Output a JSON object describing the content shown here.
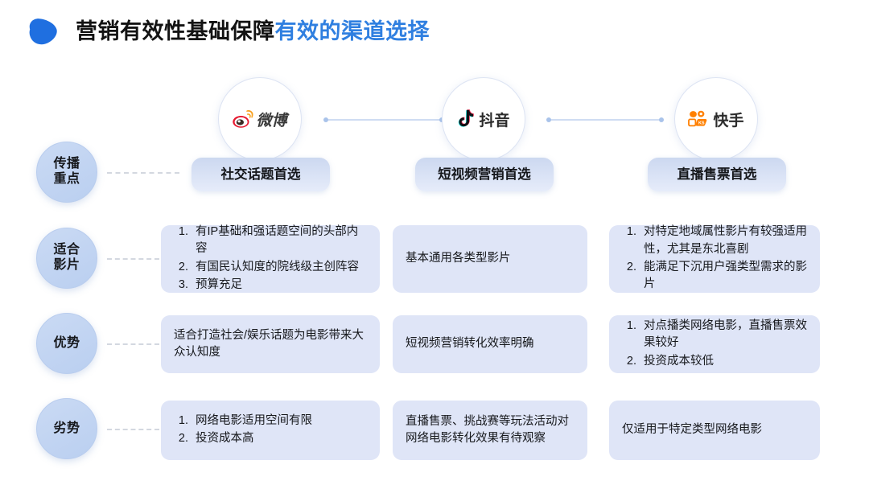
{
  "header": {
    "title_dark": "营销有效性基础保障",
    "title_blue": "有效的渠道选择",
    "bullet_color": "#1f6fe0"
  },
  "platforms": [
    {
      "id": "weibo",
      "name": "微博",
      "icon": "weibo-logo-icon",
      "brand_color": "#e6162d"
    },
    {
      "id": "douyin",
      "name": "抖音",
      "icon": "douyin-note-icon",
      "brand_color": "#161823"
    },
    {
      "id": "kuaishou",
      "name": "快手",
      "icon": "kuaishou-camera-icon",
      "brand_color": "#ff7302"
    }
  ],
  "rows": [
    {
      "id": "spread-focus",
      "label_line1": "传播",
      "label_line2": "重点",
      "cells": [
        {
          "type": "pill",
          "text": "社交话题首选"
        },
        {
          "type": "pill",
          "text": "短视频营销首选"
        },
        {
          "type": "pill",
          "text": "直播售票首选"
        }
      ]
    },
    {
      "id": "suitable-films",
      "label_line1": "适合",
      "label_line2": "影片",
      "cells": [
        {
          "type": "list",
          "items": [
            "有IP基础和强话题空间的头部内容",
            "有国民认知度的院线级主创阵容",
            "预算充足"
          ]
        },
        {
          "type": "text",
          "text": "基本通用各类型影片"
        },
        {
          "type": "list",
          "items": [
            "对特定地域属性影片有较强适用性，尤其是东北喜剧",
            "能满足下沉用户强类型需求的影片"
          ]
        }
      ]
    },
    {
      "id": "advantages",
      "label_line1": "优势",
      "label_line2": "",
      "cells": [
        {
          "type": "text",
          "text": "适合打造社会/娱乐话题为电影带来大众认知度"
        },
        {
          "type": "text",
          "text": "短视频营销转化效率明确"
        },
        {
          "type": "list",
          "items": [
            "对点播类网络电影，直播售票效果较好",
            "投资成本较低"
          ]
        }
      ]
    },
    {
      "id": "disadvantages",
      "label_line1": "劣势",
      "label_line2": "",
      "cells": [
        {
          "type": "list",
          "items": [
            "网络电影适用空间有限",
            "投资成本高"
          ]
        },
        {
          "type": "text",
          "text": "直播售票、挑战赛等玩法活动对网络电影转化效果有待观察"
        },
        {
          "type": "text",
          "text": "仅适用于特定类型网络电影"
        }
      ]
    }
  ]
}
